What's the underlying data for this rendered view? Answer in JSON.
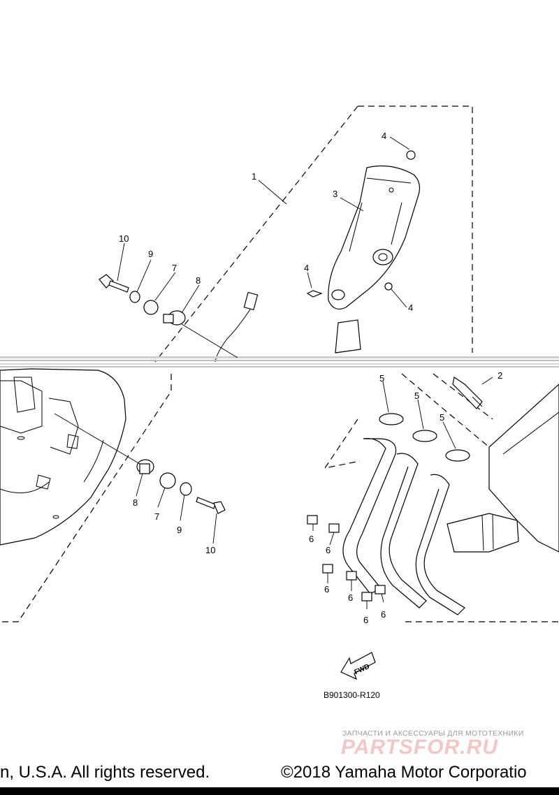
{
  "diagram": {
    "callouts": {
      "c1": "1",
      "c2": "2",
      "c3": "3",
      "c4a": "4",
      "c4b": "4",
      "c4c": "4",
      "c5a": "5",
      "c5b": "5",
      "c5c": "5",
      "c6a": "6",
      "c6b": "6",
      "c6c": "6",
      "c6d": "6",
      "c6e": "6",
      "c6f": "6",
      "c7a": "7",
      "c7b": "7",
      "c8a": "8",
      "c8b": "8",
      "c9a": "9",
      "c9b": "9",
      "c10a": "10",
      "c10b": "10"
    },
    "direction_label": "FWD",
    "reference_code": "B901300-R120"
  },
  "watermark": {
    "tagline": "ЗАПЧАСТИ И АКСЕССУАРЫ ДЛЯ МОТОТЕХНИКИ",
    "logo": "PARTSFOR.RU"
  },
  "footer": {
    "left": "n, U.S.A. All rights reserved.",
    "right": "©2018 Yamaha Motor Corporatio"
  },
  "colors": {
    "line": "#000000",
    "background": "#ffffff",
    "watermark_gray": "#9a9a9a",
    "watermark_pink": "#f4c7c7"
  }
}
